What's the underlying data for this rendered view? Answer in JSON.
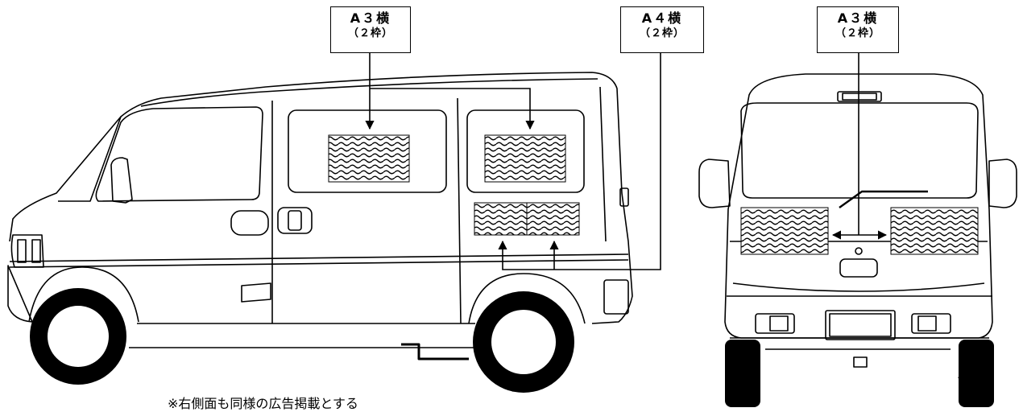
{
  "labels": {
    "side_a3": {
      "size": "A３横",
      "count": "（２枠）"
    },
    "side_a4": {
      "size": "A４横",
      "count": "（２枠）"
    },
    "rear_a3": {
      "size": "A３横",
      "count": "（２枠）"
    }
  },
  "footnote": "※右側面も同様の広告掲載とする",
  "colors": {
    "line": "#000000",
    "background": "#ffffff",
    "ad_pattern": "#000000"
  }
}
